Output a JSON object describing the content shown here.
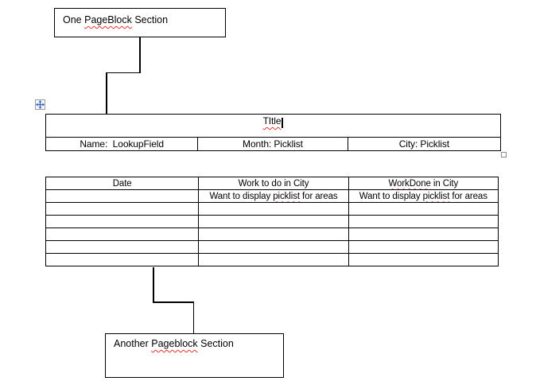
{
  "colors": {
    "spellcheck_squiggle": "#e5342b",
    "move_icon_blue": "#3b63c5",
    "handle_border_gray": "#9a9a9a",
    "stroke_black": "#000000"
  },
  "top_box": {
    "pre": "One ",
    "word": "PageBlock",
    "post": " Section"
  },
  "bottom_box": {
    "pre": "Another ",
    "word": "Pageblock",
    "post": " Section"
  },
  "summary_table": {
    "title_word": "TItle",
    "cells": [
      {
        "pre": "Name:  ",
        "word": "LookupField",
        "post": ""
      },
      {
        "pre": "Month: ",
        "word": "Picklist",
        "post": ""
      },
      {
        "pre": "City: ",
        "word": "Picklist",
        "post": ""
      }
    ]
  },
  "detail_table": {
    "header": [
      {
        "pre": "Date",
        "word": "",
        "post": ""
      },
      {
        "pre": "Work to do in City",
        "word": "",
        "post": ""
      },
      {
        "pre": "",
        "word": "WorkDone",
        "post": " in City"
      }
    ],
    "subheader": [
      {
        "pre": "",
        "word": "",
        "post": ""
      },
      {
        "pre": "Want to display ",
        "word": "picklist",
        "post": " for areas"
      },
      {
        "pre": "Want to display ",
        "word": "picklist",
        "post": " for areas"
      }
    ],
    "empty_row_count": 5,
    "column_count": 3
  },
  "icons": {
    "move_handle": "four-direction-move-arrows",
    "resize_handle": "table-resize-square",
    "text_cursor": "caret"
  }
}
